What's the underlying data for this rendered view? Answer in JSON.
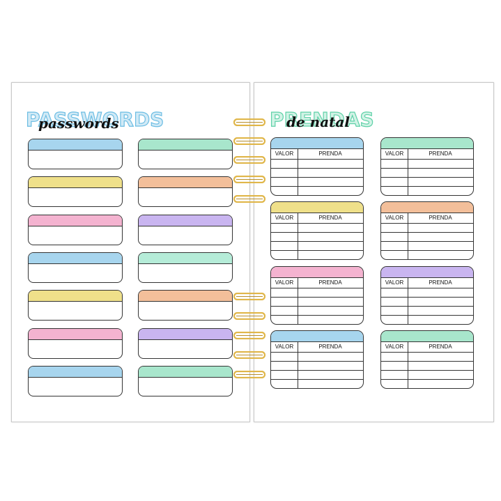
{
  "left_page": {
    "title_outline": "PASSWORDS",
    "title_script": "passwords",
    "title_color": "#7fc4e6",
    "card_colors": [
      "#a7d5ee",
      "#a8e6cc",
      "#efe08a",
      "#f3bf9a",
      "#f4b3d0",
      "#c9b5f0",
      "#a7d5ee",
      "#b5ecd8",
      "#efe08a",
      "#f3bf9a",
      "#f4b3d0",
      "#c9b5f0",
      "#a7d5ee",
      "#a8e6cc"
    ]
  },
  "right_page": {
    "title_outline": "PRENDAS",
    "title_script": "de natal",
    "title_color": "#7fdcb8",
    "column_headers": {
      "valor": "VALOR",
      "prenda": "PRENDA"
    },
    "card_colors": [
      "#a7d5ee",
      "#a8e6cc",
      "#efe08a",
      "#f3bf9a",
      "#f4b3d0",
      "#c9b5f0",
      "#a7d5ee",
      "#a8e6cc"
    ]
  },
  "binding": {
    "ring_color": "#e0b649"
  }
}
